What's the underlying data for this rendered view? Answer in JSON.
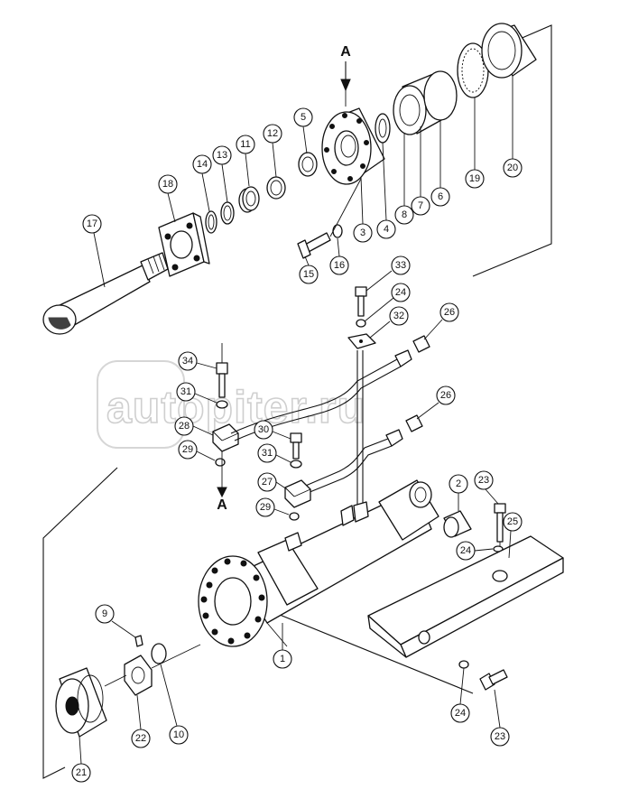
{
  "diagram": {
    "watermark": "autopiter.ru",
    "section_markers": [
      {
        "id": "top",
        "label": "A"
      },
      {
        "id": "bottom",
        "label": "A"
      }
    ],
    "part_callouts": [
      {
        "id": "c1",
        "label": "1"
      },
      {
        "id": "c2",
        "label": "2"
      },
      {
        "id": "c3",
        "label": "3"
      },
      {
        "id": "c4",
        "label": "4"
      },
      {
        "id": "c5",
        "label": "5"
      },
      {
        "id": "c6",
        "label": "6"
      },
      {
        "id": "c7",
        "label": "7"
      },
      {
        "id": "c8",
        "label": "8"
      },
      {
        "id": "c9",
        "label": "9"
      },
      {
        "id": "c10",
        "label": "10"
      },
      {
        "id": "c11",
        "label": "11"
      },
      {
        "id": "c12",
        "label": "12"
      },
      {
        "id": "c13",
        "label": "13"
      },
      {
        "id": "c14",
        "label": "14"
      },
      {
        "id": "c15",
        "label": "15"
      },
      {
        "id": "c16",
        "label": "16"
      },
      {
        "id": "c17",
        "label": "17"
      },
      {
        "id": "c18",
        "label": "18"
      },
      {
        "id": "c19",
        "label": "19"
      },
      {
        "id": "c20",
        "label": "20"
      },
      {
        "id": "c21",
        "label": "21"
      },
      {
        "id": "c22",
        "label": "22"
      },
      {
        "id": "c23a",
        "label": "23"
      },
      {
        "id": "c23b",
        "label": "23"
      },
      {
        "id": "c24a",
        "label": "24"
      },
      {
        "id": "c24b",
        "label": "24"
      },
      {
        "id": "c24c",
        "label": "24"
      },
      {
        "id": "c25",
        "label": "25"
      },
      {
        "id": "c26a",
        "label": "26"
      },
      {
        "id": "c26b",
        "label": "26"
      },
      {
        "id": "c27",
        "label": "27"
      },
      {
        "id": "c28",
        "label": "28"
      },
      {
        "id": "c29a",
        "label": "29"
      },
      {
        "id": "c29b",
        "label": "29"
      },
      {
        "id": "c30",
        "label": "30"
      },
      {
        "id": "c31a",
        "label": "31"
      },
      {
        "id": "c31b",
        "label": "31"
      },
      {
        "id": "c32",
        "label": "32"
      },
      {
        "id": "c33",
        "label": "33"
      },
      {
        "id": "c34",
        "label": "34"
      }
    ]
  }
}
